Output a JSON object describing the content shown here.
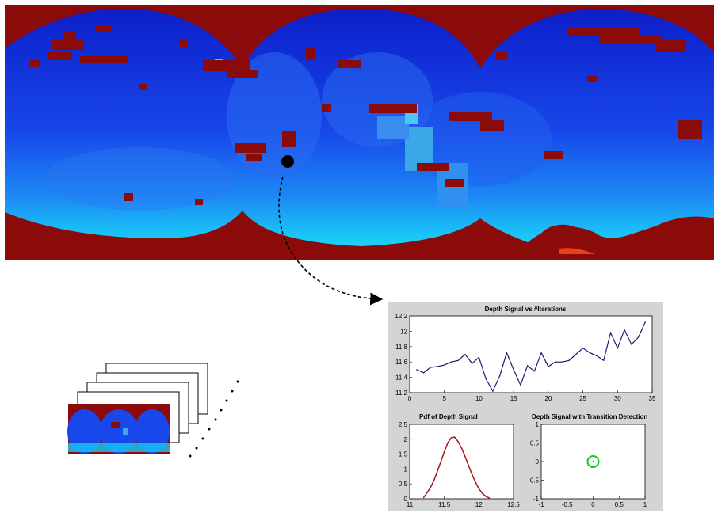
{
  "colors": {
    "background_red": "#8b0a0a",
    "deep_blue": "#0a14c8",
    "mid_blue": "#1e5af5",
    "cyan": "#18e6fa",
    "line_navy": "#1a1a6e",
    "pdf_red": "#a01818",
    "circle_green": "#19c819",
    "panel_gray": "#d4d4d4"
  },
  "chart_data": [
    {
      "type": "line",
      "title": "Depth Signal vs #Iterations",
      "xlabel": "",
      "ylabel": "",
      "xlim": [
        0,
        35
      ],
      "ylim": [
        11.2,
        12.2
      ],
      "xticks": [
        "0",
        "5",
        "10",
        "15",
        "20",
        "25",
        "30",
        "35"
      ],
      "yticks": [
        "11.2",
        "11.4",
        "11.6",
        "11.8",
        "12",
        "12.2"
      ],
      "x": [
        1,
        2,
        3,
        4,
        5,
        6,
        7,
        8,
        9,
        10,
        11,
        12,
        13,
        14,
        15,
        16,
        17,
        18,
        19,
        20,
        21,
        22,
        23,
        24,
        25,
        26,
        27,
        28,
        29,
        30,
        31,
        32,
        33,
        34
      ],
      "values": [
        11.5,
        11.46,
        11.53,
        11.54,
        11.56,
        11.6,
        11.62,
        11.7,
        11.58,
        11.66,
        11.38,
        11.22,
        11.42,
        11.72,
        11.5,
        11.3,
        11.55,
        11.48,
        11.72,
        11.54,
        11.6,
        11.6,
        11.62,
        11.7,
        11.78,
        11.72,
        11.68,
        11.62,
        11.98,
        11.78,
        12.02,
        11.83,
        11.92,
        12.12
      ],
      "grid": false
    },
    {
      "type": "line",
      "title": "Pdf of Depth Signal",
      "xlabel": "",
      "ylabel": "",
      "xlim": [
        11,
        12.5
      ],
      "ylim": [
        0,
        2.5
      ],
      "xticks": [
        "11",
        "11.5",
        "12",
        "12.5"
      ],
      "yticks": [
        "0",
        "0.5",
        "1",
        "1.5",
        "2",
        "2.5"
      ],
      "x": [
        11.2,
        11.25,
        11.3,
        11.35,
        11.4,
        11.45,
        11.5,
        11.55,
        11.6,
        11.65,
        11.7,
        11.75,
        11.8,
        11.85,
        11.9,
        11.95,
        12.0,
        12.05,
        12.1,
        12.15
      ],
      "values": [
        0.04,
        0.2,
        0.38,
        0.62,
        0.92,
        1.25,
        1.58,
        1.88,
        2.05,
        2.07,
        1.92,
        1.7,
        1.42,
        1.12,
        0.82,
        0.56,
        0.34,
        0.18,
        0.08,
        0.03
      ],
      "grid": false
    },
    {
      "type": "scatter",
      "title": "Depth Signal with Transition Detection",
      "xlabel": "",
      "ylabel": "",
      "xlim": [
        -1,
        1
      ],
      "ylim": [
        -1,
        1
      ],
      "xticks": [
        "-1",
        "-0.5",
        "0",
        "0.5",
        "1"
      ],
      "yticks": [
        "-1",
        "-0.5",
        "0",
        "0.5",
        "1"
      ],
      "points": [
        {
          "x": 0,
          "y": 0
        }
      ],
      "grid": false
    }
  ]
}
